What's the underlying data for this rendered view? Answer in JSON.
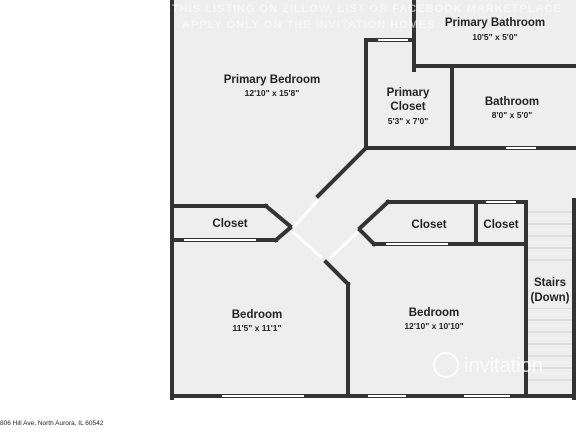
{
  "watermark": {
    "line1": "THIS LISTING ON ZILLOW, LIST OR FACEBOOK MARKETPLACE",
    "line2": "APPLY ONLY ON THE INVITATION HOMES",
    "logo": "invitation"
  },
  "address": "806 Hill Ave, North Aurora, IL 60542",
  "rooms": {
    "primary_bathroom": {
      "name": "Primary Bathroom",
      "dim": "10'5\" x 5'0\""
    },
    "primary_bedroom": {
      "name": "Primary Bedroom",
      "dim": "12'10\" x 15'8\""
    },
    "primary_closet": {
      "name_line1": "Primary",
      "name_line2": "Closet",
      "dim": "5'3\" x 7'0\""
    },
    "bathroom": {
      "name": "Bathroom",
      "dim": "8'0\" x 5'0\""
    },
    "closet_left": {
      "name": "Closet"
    },
    "closet_mid": {
      "name": "Closet"
    },
    "closet_right": {
      "name": "Closet"
    },
    "stairs": {
      "name_line1": "Stairs",
      "name_line2": "(Down)"
    },
    "bedroom_left": {
      "name": "Bedroom",
      "dim": "11'5\" x 11'1\""
    },
    "bedroom_right": {
      "name": "Bedroom",
      "dim": "12'10\" x 10'10\""
    }
  },
  "colors": {
    "wall": "#333333",
    "floor": "#eeeeee",
    "background": "#ffffff",
    "window": "#ffffff"
  }
}
